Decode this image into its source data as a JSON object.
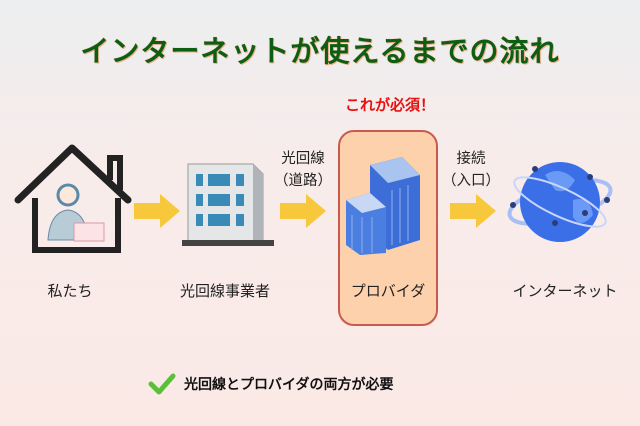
{
  "title": "インターネットが使えるまでの流れ",
  "callout": "これが必須！",
  "nodes": [
    {
      "label": "私たち",
      "icon": "house-person-icon"
    },
    {
      "label": "光回線事業者",
      "icon": "office-building-icon"
    },
    {
      "label": "プロバイダ",
      "icon": "blue-buildings-icon"
    },
    {
      "label": "インターネット",
      "icon": "globe-network-icon"
    }
  ],
  "connectors": [
    {
      "line1": "光回線",
      "line2": "（道路）"
    },
    {
      "line1": "接続",
      "line2": "（入口）"
    }
  ],
  "note": "光回線とプロバイダの両方が必要",
  "colors": {
    "title": "#0d5e12",
    "callout": "#e81010",
    "arrow": "#f8c83c",
    "highlight": "#fdd1ab",
    "check": "#5cbf3a"
  }
}
